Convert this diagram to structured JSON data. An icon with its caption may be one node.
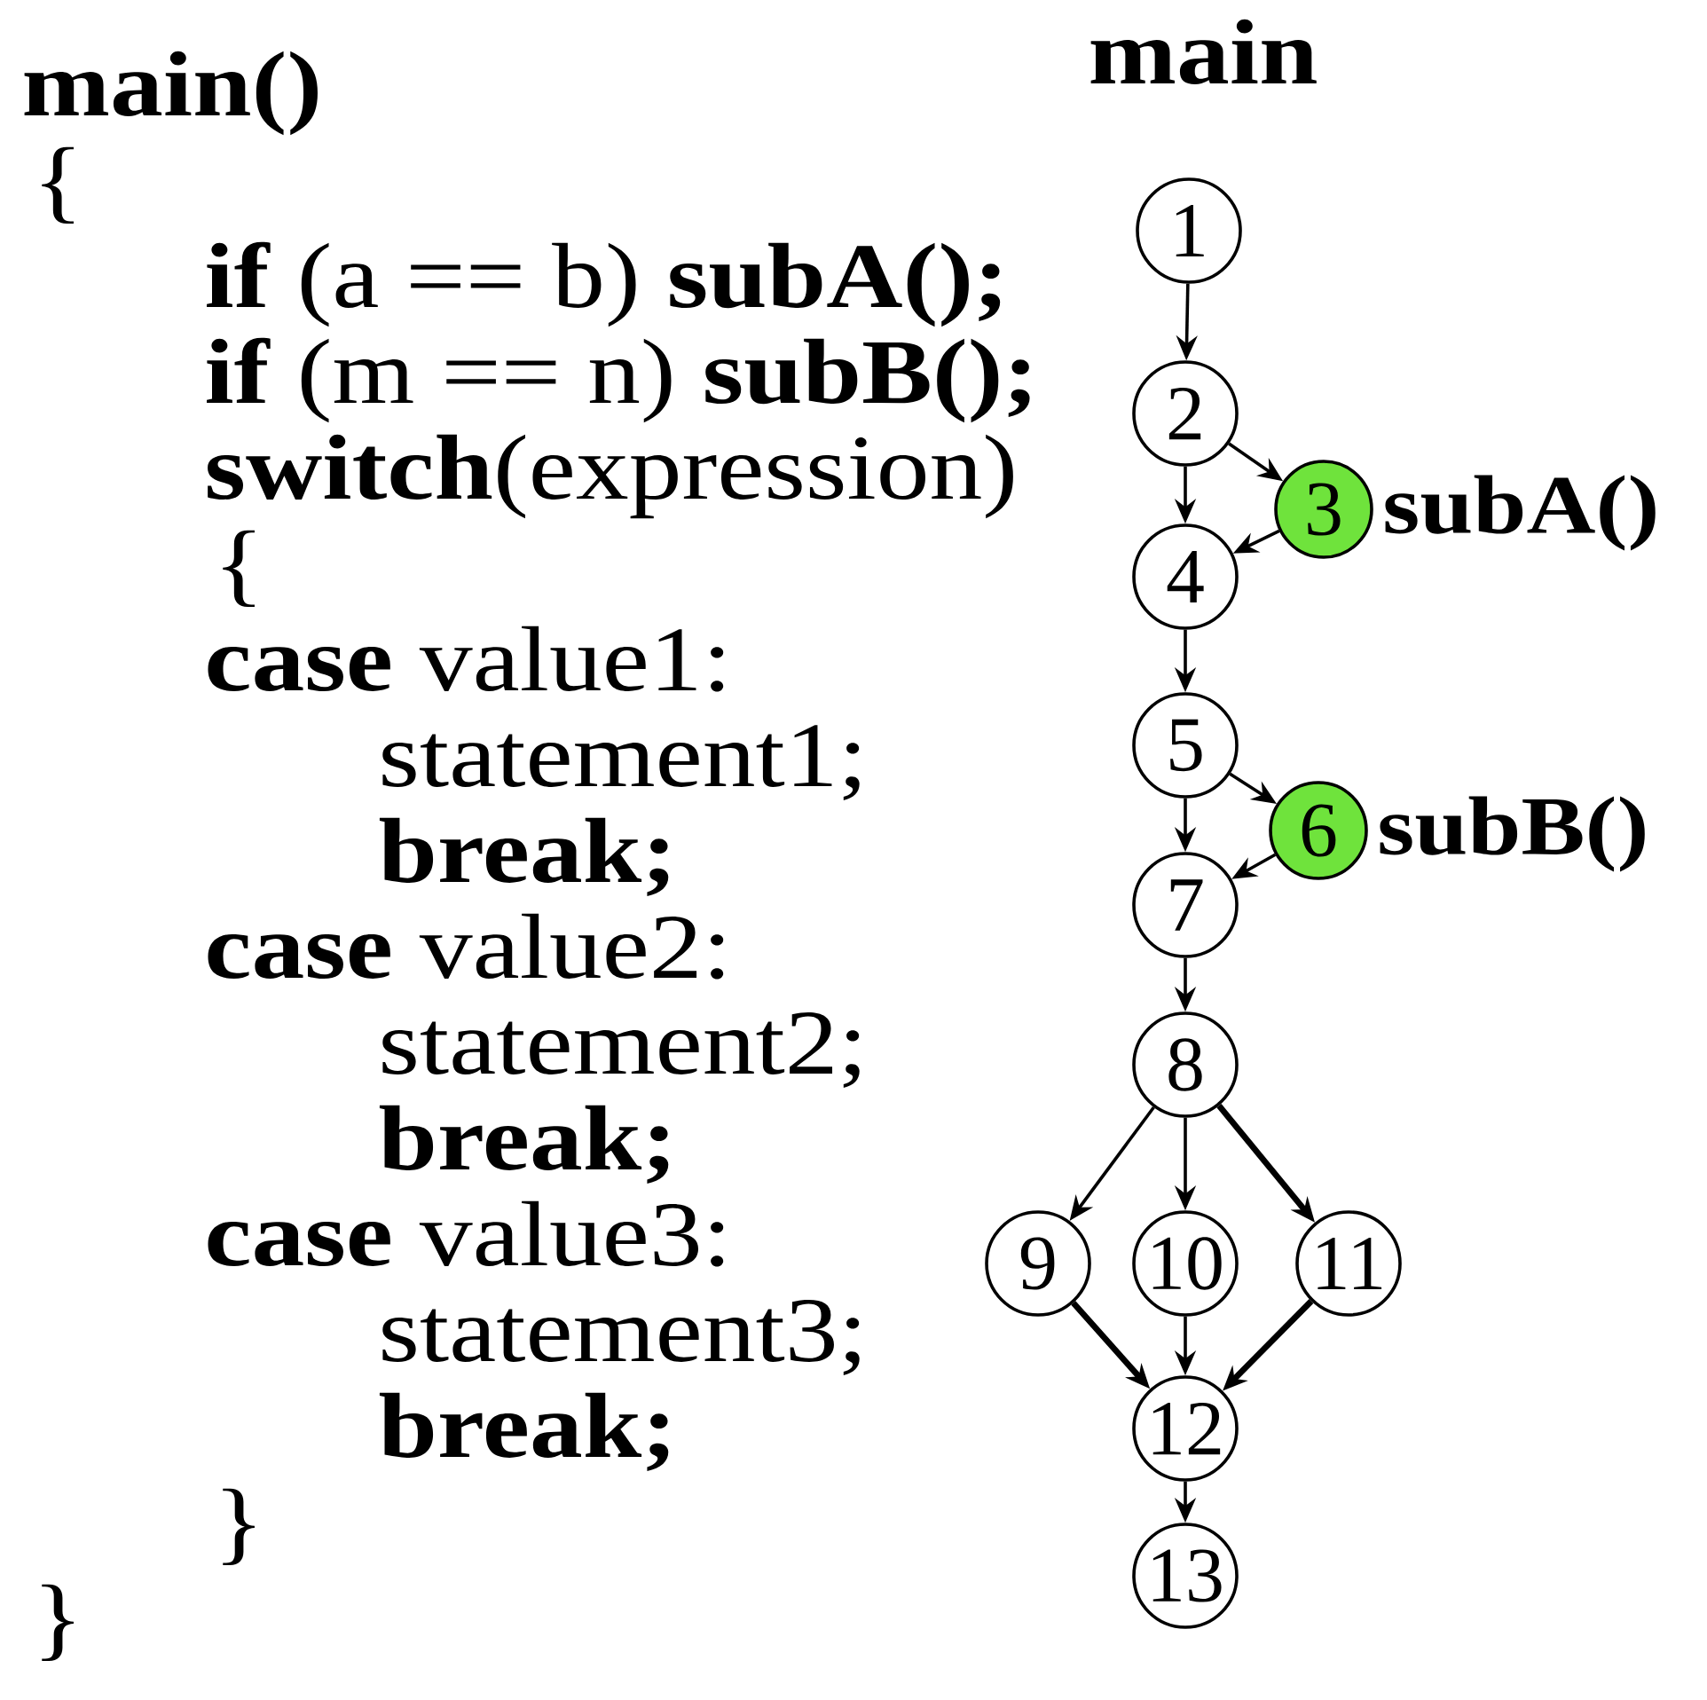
{
  "diagram": {
    "title": "main",
    "nodes": [
      {
        "text": [
          "1"
        ]
      },
      {
        "text": [
          "2"
        ]
      },
      {
        "text": [
          "3"
        ],
        "beside": [
          "subA()"
        ]
      },
      {
        "text": [
          "4"
        ]
      },
      {
        "text": [
          "5"
        ]
      },
      {
        "text": [
          "6"
        ],
        "beside": [
          "subB()"
        ]
      },
      {
        "text": [
          "7"
        ]
      },
      {
        "text": [
          "8"
        ]
      },
      {
        "text": [
          "9"
        ]
      },
      {
        "text": [
          "10"
        ]
      },
      {
        "text": [
          "11"
        ]
      },
      {
        "text": [
          "12"
        ]
      },
      {
        "text": [
          "13"
        ]
      }
    ],
    "edges": [
      {
        "from": 0,
        "to": 1,
        "arrow": "to"
      },
      {
        "from": 1,
        "to": 2,
        "arrow": "to"
      },
      {
        "from": 1,
        "to": 3,
        "arrow": "to"
      },
      {
        "from": 2,
        "to": 3,
        "arrow": "to"
      },
      {
        "from": 3,
        "to": 4,
        "arrow": "to"
      },
      {
        "from": 4,
        "to": 5,
        "arrow": "to"
      },
      {
        "from": 4,
        "to": 6,
        "arrow": "to"
      },
      {
        "from": 5,
        "to": 6,
        "arrow": "to"
      },
      {
        "from": 6,
        "to": 7,
        "arrow": "to"
      },
      {
        "from": 7,
        "to": 8,
        "arrow": "to"
      },
      {
        "from": 7,
        "to": 9,
        "arrow": "to"
      },
      {
        "from": 7,
        "to": 10,
        "arrow": "to",
        "style": "thick"
      },
      {
        "from": 8,
        "to": 11,
        "arrow": "to",
        "style": "thick"
      },
      {
        "from": 9,
        "to": 11,
        "arrow": "to"
      },
      {
        "from": 10,
        "to": 11,
        "arrow": "to",
        "style": "thick"
      },
      {
        "from": 11,
        "to": 12,
        "arrow": "to"
      }
    ],
    "labels": [
      "main()",
      "{",
      "**if** (a == b) **subA();**",
      "**if** (m == n) **subB();**",
      "**switch**(expression)",
      "{",
      "**case** value1:",
      "statement1;",
      "break;",
      "**case** value2:",
      "statement2;",
      "break;",
      "**case** value3:",
      "statement3;",
      "break;",
      "}",
      "}"
    ]
  }
}
